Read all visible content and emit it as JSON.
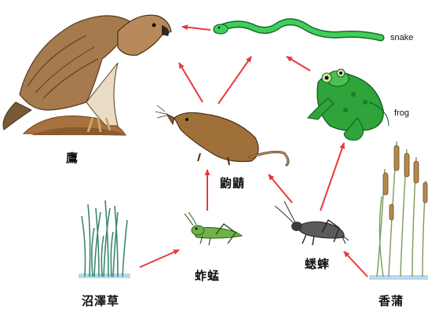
{
  "organisms": {
    "hawk": "鷹",
    "snake": "snake",
    "frog": "frog",
    "shrew": "鼩鼱",
    "grasshopper": "蚱蜢",
    "cricket": "蟋蟀",
    "marsh_grass": "沼澤草",
    "cattail": "香蒲"
  },
  "edges": [
    {
      "from": "snake",
      "to": "hawk"
    },
    {
      "from": "frog",
      "to": "snake"
    },
    {
      "from": "shrew",
      "to": "hawk"
    },
    {
      "from": "shrew",
      "to": "snake"
    },
    {
      "from": "cricket",
      "to": "frog"
    },
    {
      "from": "grasshopper",
      "to": "shrew"
    },
    {
      "from": "cricket",
      "to": "shrew"
    },
    {
      "from": "marsh_grass",
      "to": "grasshopper"
    },
    {
      "from": "cattail",
      "to": "cricket"
    }
  ],
  "colors": {
    "arrow": "#e8383d",
    "snake": "#2fb84a",
    "frog": "#2ea43a",
    "hawk": "#a8794a",
    "shrew": "#a0703a",
    "grasshopper": "#6fb24a",
    "cricket": "#5a5a5a",
    "grass": "#3a8a6a",
    "cattail": "#b48a4a",
    "water": "#b8d8f0"
  }
}
